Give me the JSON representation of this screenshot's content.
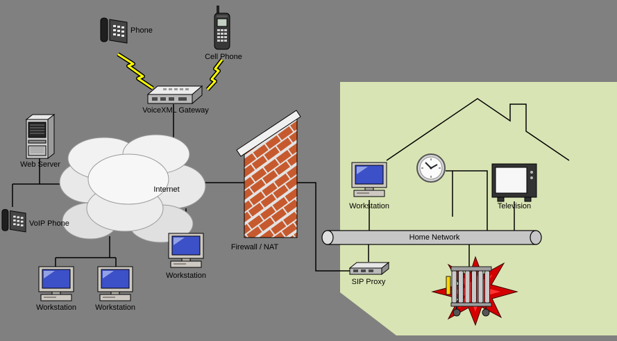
{
  "nodes": {
    "phone": {
      "label": "Phone"
    },
    "cell_phone": {
      "label": "Cell Phone"
    },
    "voicexml_gateway": {
      "label": "VoiceXML Gateway"
    },
    "web_server": {
      "label": "Web Server"
    },
    "internet": {
      "label": "Internet"
    },
    "voip_phone": {
      "label": "VoIP Phone"
    },
    "workstation_a": {
      "label": "Workstation"
    },
    "workstation_b": {
      "label": "Workstation"
    },
    "workstation_c": {
      "label": "Workstation"
    },
    "firewall": {
      "label": "Firewall / NAT"
    },
    "home_workstation": {
      "label": "Workstation"
    },
    "television": {
      "label": "Television"
    },
    "home_network": {
      "label": "Home Network"
    },
    "sip_proxy": {
      "label": "SIP Proxy"
    }
  },
  "colors": {
    "background": "#808080",
    "home_area": "#d9e4b4",
    "brick": "#c65a2e",
    "mortar": "#e3e3e3",
    "lightning": "#ffff00",
    "explosion_red": "#d40000",
    "monitor_screen": "#3c50c8",
    "pipe_gray": "#c6c6c6"
  }
}
